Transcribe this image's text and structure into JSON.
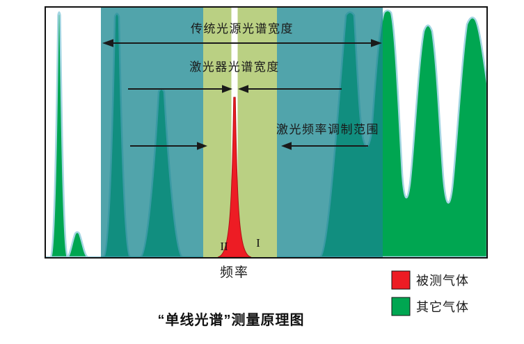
{
  "figure": {
    "title": "“单线光谱”测量原理图",
    "x_axis_label": "频率",
    "annotations": {
      "traditional_width": "传统光源光谱宽度",
      "laser_width": "激光器光谱宽度",
      "modulation_range": "激光频率调制范围",
      "region_i": "I",
      "region_ii": "II"
    },
    "legend": {
      "items": [
        {
          "label": "被测气体",
          "color": "#ED1C24"
        },
        {
          "label": "其它气体",
          "color": "#00A651"
        }
      ]
    },
    "colors": {
      "measured_gas": "#ED1C24",
      "other_gas": "#00A651",
      "other_gas_outline": "#A5D6E3",
      "traditional_band": "#17868F",
      "laser_band": "#CCD87B",
      "center_line": "#FFFFFF"
    }
  }
}
